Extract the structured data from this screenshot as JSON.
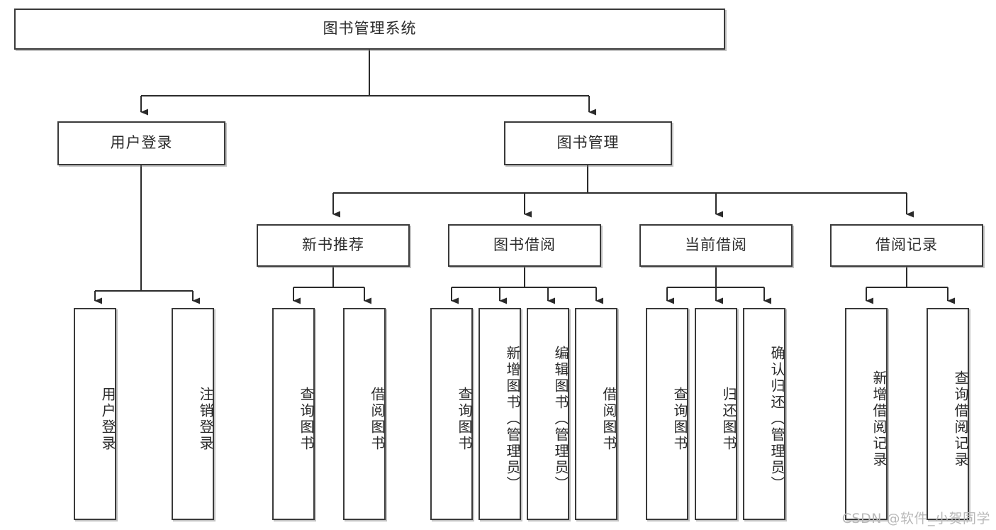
{
  "diagram": {
    "title": "图书管理系统",
    "type": "tree-hierarchy-chart",
    "orientation": "top-down",
    "colors": {
      "node_border": "#3a3a3a",
      "node_fill": "#ffffff",
      "edge": "#2b2b2b",
      "text": "#2b2b2b",
      "watermark": "#b9b9b9"
    }
  },
  "watermark": {
    "text": "CSDN @软件_小贺同学"
  },
  "nodes": {
    "root": {
      "label": "图书管理系统",
      "level": 1,
      "orientation": "horizontal"
    },
    "l2_user_login": {
      "label": "用户登录",
      "level": 2,
      "orientation": "horizontal"
    },
    "l2_book_mgmt": {
      "label": "图书管理",
      "level": 2,
      "orientation": "horizontal"
    },
    "l3_new_book_rec": {
      "label": "新书推荐",
      "level": 3,
      "orientation": "horizontal"
    },
    "l3_book_borrow": {
      "label": "图书借阅",
      "level": 3,
      "orientation": "horizontal"
    },
    "l3_current_borrow": {
      "label": "当前借阅",
      "level": 3,
      "orientation": "horizontal"
    },
    "l3_borrow_record": {
      "label": "借阅记录",
      "level": 3,
      "orientation": "horizontal"
    },
    "leaf_user_login": {
      "label": "用户登录",
      "level": 3,
      "orientation": "vertical"
    },
    "leaf_logout_login": {
      "label": "注销登录",
      "level": 3,
      "orientation": "vertical"
    },
    "leaf_rec_query_book": {
      "label": "查询图书",
      "level": 4,
      "orientation": "vertical"
    },
    "leaf_rec_borrow_book": {
      "label": "借阅图书",
      "level": 4,
      "orientation": "vertical"
    },
    "leaf_bb_query_book": {
      "label": "查询图书",
      "level": 4,
      "orientation": "vertical"
    },
    "leaf_bb_add_book": {
      "label": "新增图书（管理员）",
      "level": 4,
      "orientation": "vertical"
    },
    "leaf_bb_edit_book": {
      "label": "编辑图书（管理员）",
      "level": 4,
      "orientation": "vertical"
    },
    "leaf_bb_borrow_book": {
      "label": "借阅图书",
      "level": 4,
      "orientation": "vertical"
    },
    "leaf_cb_query_book": {
      "label": "查询图书",
      "level": 4,
      "orientation": "vertical"
    },
    "leaf_cb_return_book": {
      "label": "归还图书",
      "level": 4,
      "orientation": "vertical"
    },
    "leaf_cb_confirm_return": {
      "label": "确认归还（管理员）",
      "level": 4,
      "orientation": "vertical"
    },
    "leaf_br_add_record": {
      "label": "新增借阅记录",
      "level": 4,
      "orientation": "vertical"
    },
    "leaf_br_query_record": {
      "label": "查询借阅记录",
      "level": 4,
      "orientation": "vertical"
    }
  },
  "edges": [
    {
      "from": "root",
      "to": "l2_user_login"
    },
    {
      "from": "root",
      "to": "l2_book_mgmt"
    },
    {
      "from": "l2_user_login",
      "to": "leaf_user_login"
    },
    {
      "from": "l2_user_login",
      "to": "leaf_logout_login"
    },
    {
      "from": "l2_book_mgmt",
      "to": "l3_new_book_rec"
    },
    {
      "from": "l2_book_mgmt",
      "to": "l3_book_borrow"
    },
    {
      "from": "l2_book_mgmt",
      "to": "l3_current_borrow"
    },
    {
      "from": "l2_book_mgmt",
      "to": "l3_borrow_record"
    },
    {
      "from": "l3_new_book_rec",
      "to": "leaf_rec_query_book"
    },
    {
      "from": "l3_new_book_rec",
      "to": "leaf_rec_borrow_book"
    },
    {
      "from": "l3_book_borrow",
      "to": "leaf_bb_query_book"
    },
    {
      "from": "l3_book_borrow",
      "to": "leaf_bb_add_book"
    },
    {
      "from": "l3_book_borrow",
      "to": "leaf_bb_edit_book"
    },
    {
      "from": "l3_book_borrow",
      "to": "leaf_bb_borrow_book"
    },
    {
      "from": "l3_current_borrow",
      "to": "leaf_cb_query_book"
    },
    {
      "from": "l3_current_borrow",
      "to": "leaf_cb_return_book"
    },
    {
      "from": "l3_current_borrow",
      "to": "leaf_cb_confirm_return"
    },
    {
      "from": "l3_borrow_record",
      "to": "leaf_br_add_record"
    },
    {
      "from": "l3_borrow_record",
      "to": "leaf_br_query_record"
    }
  ]
}
